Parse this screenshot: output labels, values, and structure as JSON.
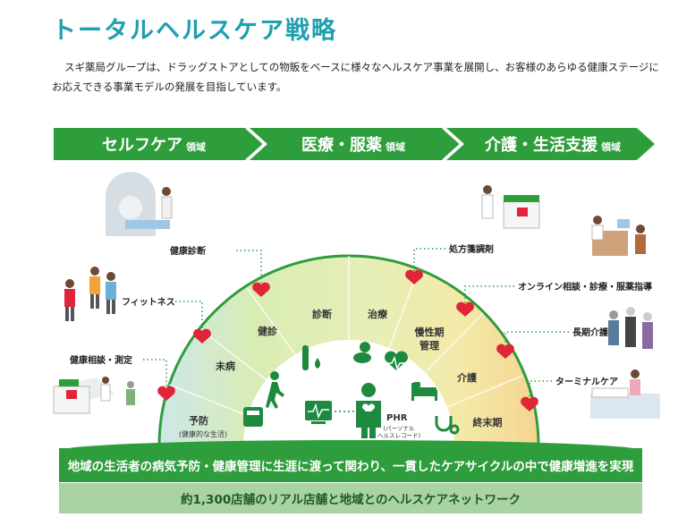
{
  "title": "トータルヘルスケア戦略",
  "intro": "スギ薬局グループは、ドラッグストアとしての物販をベースに様々なヘルスケア事業を展開し、お客様のあらゆる健康ステージにお応えできる事業モデルの発展を目指しています。",
  "banner": [
    {
      "main": "セルフケア",
      "sub": "領域"
    },
    {
      "main": "医療・服薬",
      "sub": "領域"
    },
    {
      "main": "介護・生活支援",
      "sub": "領域"
    }
  ],
  "left_labels": [
    "健康診断",
    "フィットネス",
    "健康相談・測定"
  ],
  "right_labels": [
    "処方箋調剤",
    "オンライン相談・診療・服薬指導",
    "長期介護",
    "ターミナルケア"
  ],
  "stages": [
    "予防",
    "未病",
    "健診",
    "診断",
    "治療",
    "慢性期\n管理",
    "介護",
    "終末期"
  ],
  "stage_note": "(健康的な生活)",
  "phr": {
    "label": "PHR",
    "sub": "(パーソナル\nヘルスレコード)"
  },
  "colors": {
    "green": "#2e9d3c",
    "teal": "#1f9fb0",
    "heart": "#e0243a",
    "light_green": "#a9d3a4"
  },
  "footer": {
    "line1": "地域の生活者の病気予防・健康管理に生涯に渡って関わり、一貫したケアサイクルの中で健康増進を実現",
    "line2": "約1,300店舗のリアル店舗と地域とのヘルスケアネットワーク"
  }
}
